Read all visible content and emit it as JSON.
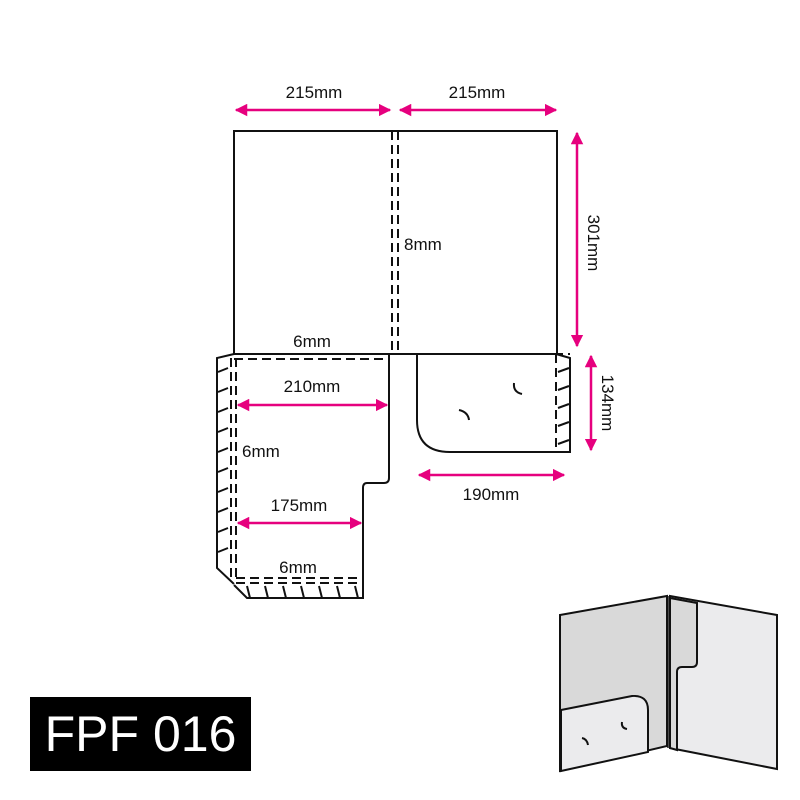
{
  "dimensions": {
    "left_cover_width": "215mm",
    "right_cover_width": "215mm",
    "cover_height": "301mm",
    "spine": "8mm",
    "top_glue_flap": "6mm",
    "left_pocket_top_width": "210mm",
    "left_glue_flap": "6mm",
    "left_pocket_bottom_width": "175mm",
    "bottom_glue_flap": "6mm",
    "right_pocket_height": "134mm",
    "right_pocket_width": "190mm"
  },
  "product_code": "FPF 016",
  "colors": {
    "dimension": "#e6007e",
    "outline": "#111111",
    "badge": "#000000"
  }
}
